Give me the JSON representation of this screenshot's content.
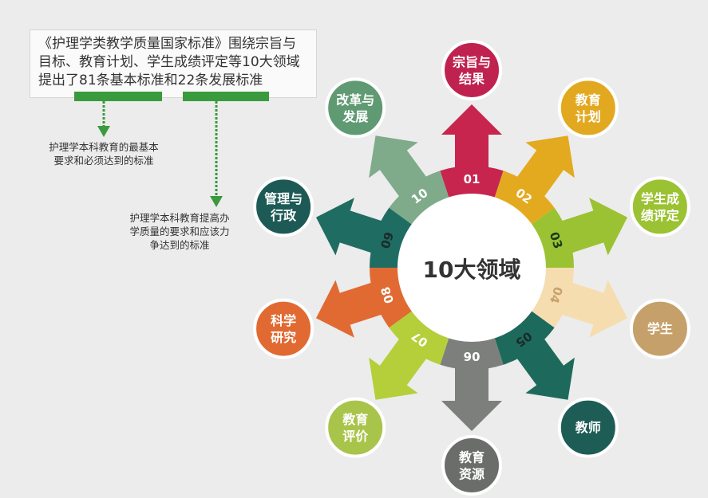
{
  "intro": {
    "line1": "《护理学类教学质量国家标准》围绕宗旨与",
    "line2": "目标、教育计划、学生成绩评定等10大领域",
    "line3": "提出了81条基本标准和22条发展标准"
  },
  "notes": {
    "basic_line1": "护理学本科教育的最基本",
    "basic_line2": "要求和必须达到的标准",
    "dev_line1": "护理学本科教育提高办",
    "dev_line2": "学质量的要求和应该力",
    "dev_line3": "争达到的标准"
  },
  "center": "10大领域",
  "domains": [
    {
      "num": "01",
      "line1": "宗旨与",
      "line2": "结果",
      "color": "#c7254e"
    },
    {
      "num": "02",
      "line1": "教育",
      "line2": "计划",
      "color": "#e3aa1f"
    },
    {
      "num": "03",
      "line1": "学生成",
      "line2": "绩评定",
      "color": "#9bc232"
    },
    {
      "num": "04",
      "line1": "学生",
      "line2": "",
      "color": "#f6ddb0"
    },
    {
      "num": "05",
      "line1": "教师",
      "line2": "",
      "color": "#1d6a5c"
    },
    {
      "num": "06",
      "line1": "教育",
      "line2": "资源",
      "color": "#7d7f7c"
    },
    {
      "num": "07",
      "line1": "教育",
      "line2": "评价",
      "color": "#b4cf3a"
    },
    {
      "num": "08",
      "line1": "科学",
      "line2": "研究",
      "color": "#e06a32"
    },
    {
      "num": "09",
      "line1": "管理与",
      "line2": "行政",
      "color": "#1f6c62"
    },
    {
      "num": "10",
      "line1": "改革与",
      "line2": "发展",
      "color": "#7fab8a"
    }
  ],
  "circle_colors": [
    "#c02250",
    "#e2a81f",
    "#9bc232",
    "#c6a06a",
    "#1d5d55",
    "#6b6d6a",
    "#a9c44a",
    "#e16a33",
    "#1d5a55",
    "#5f9a73"
  ],
  "number_colors": [
    "#ffffff",
    "#ffffff",
    "#1a3b1a",
    "#c7a36b",
    "#1a2a2a",
    "#ffffff",
    "#ffffff",
    "#ffffff",
    "#1a2a2a",
    "#ffffff"
  ]
}
